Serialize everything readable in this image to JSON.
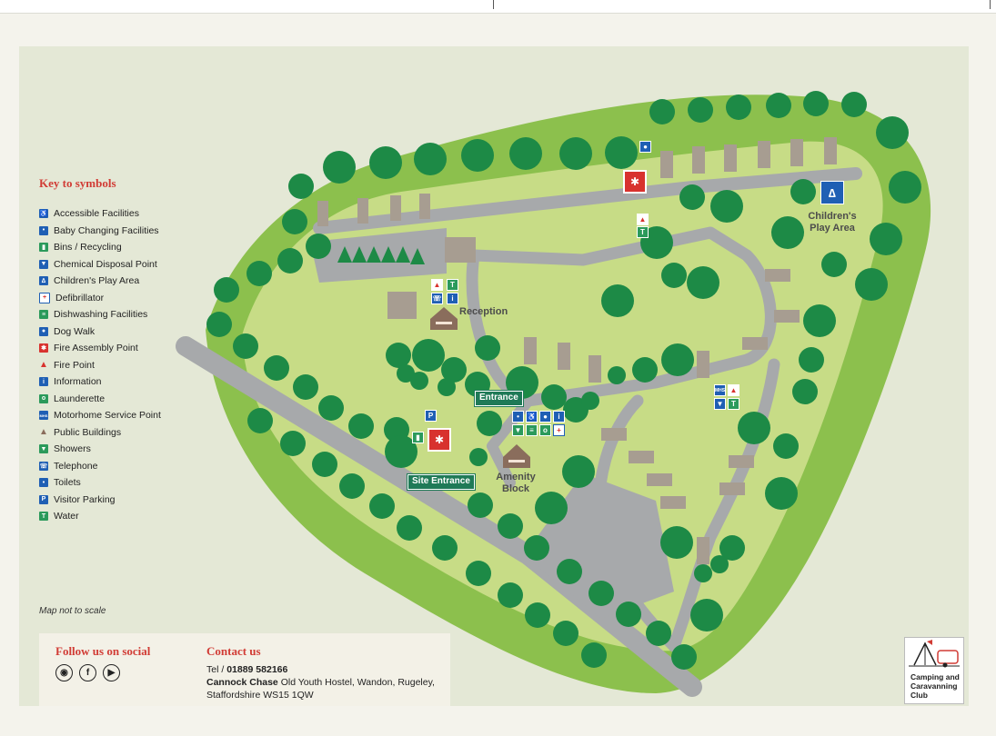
{
  "legend": {
    "title": "Key to symbols",
    "items": [
      {
        "label": "Accessible Facilities",
        "icon": "wheelchair-icon",
        "color": "#1f5fb4"
      },
      {
        "label": "Baby Changing Facilities",
        "icon": "baby-icon",
        "color": "#1f5fb4"
      },
      {
        "label": "Bins / Recycling",
        "icon": "bin-icon",
        "color": "#2b9a5b"
      },
      {
        "label": "Chemical Disposal Point",
        "icon": "chemical-disposal-icon",
        "color": "#1f5fb4"
      },
      {
        "label": "Children's Play Area",
        "icon": "swing-icon",
        "color": "#1f5fb4"
      },
      {
        "label": "Defibrillator",
        "icon": "defibrillator-icon",
        "color": "#ffffff"
      },
      {
        "label": "Dishwashing Facilities",
        "icon": "dishwashing-icon",
        "color": "#2b9a5b"
      },
      {
        "label": "Dog Walk",
        "icon": "dog-icon",
        "color": "#1f5fb4"
      },
      {
        "label": "Fire Assembly Point",
        "icon": "fire-assembly-icon",
        "color": "#d8322e"
      },
      {
        "label": "Fire Point",
        "icon": "fire-point-icon",
        "color": "#d8322e"
      },
      {
        "label": "Information",
        "icon": "info-icon",
        "color": "#1f5fb4"
      },
      {
        "label": "Launderette",
        "icon": "launderette-icon",
        "color": "#2b9a5b"
      },
      {
        "label": "Motorhome Service Point",
        "icon": "motorhome-icon",
        "color": "#1f5fb4"
      },
      {
        "label": "Public Buildings",
        "icon": "building-icon",
        "color": "#8a6d5c"
      },
      {
        "label": "Showers",
        "icon": "shower-icon",
        "color": "#2b9a5b"
      },
      {
        "label": "Telephone",
        "icon": "telephone-icon",
        "color": "#1f5fb4"
      },
      {
        "label": "Toilets",
        "icon": "toilets-icon",
        "color": "#1f5fb4"
      },
      {
        "label": "Visitor Parking",
        "icon": "parking-icon",
        "color": "#1f5fb4"
      },
      {
        "label": "Water",
        "icon": "water-tap-icon",
        "color": "#2b9a5b"
      }
    ]
  },
  "map": {
    "note": "Map not to scale",
    "labels": {
      "reception": "Reception",
      "amenity_block": "Amenity Block",
      "play_area": "Children's Play Area",
      "entrance": "Entrance",
      "site_entrance": "Site Entrance"
    },
    "colors": {
      "grass_outer": "#8cc04d",
      "grass_inner": "#c7dc86",
      "road": "#a7a9ab",
      "pitch": "#a79d91",
      "tree": "#1d8a46",
      "sign_green": "#1f7a57"
    }
  },
  "social": {
    "title": "Follow us on social",
    "icons": [
      "instagram-icon",
      "facebook-icon",
      "youtube-icon"
    ]
  },
  "contact": {
    "title": "Contact us",
    "tel_label": "Tel /",
    "phone": "01889 582166",
    "site_name": "Cannock Chase",
    "address_line1": "Old Youth Hostel, Wandon, Rugeley,",
    "address_line2": "Staffordshire WS15 1QW"
  },
  "logo": {
    "text": "Camping and Caravanning Club"
  }
}
